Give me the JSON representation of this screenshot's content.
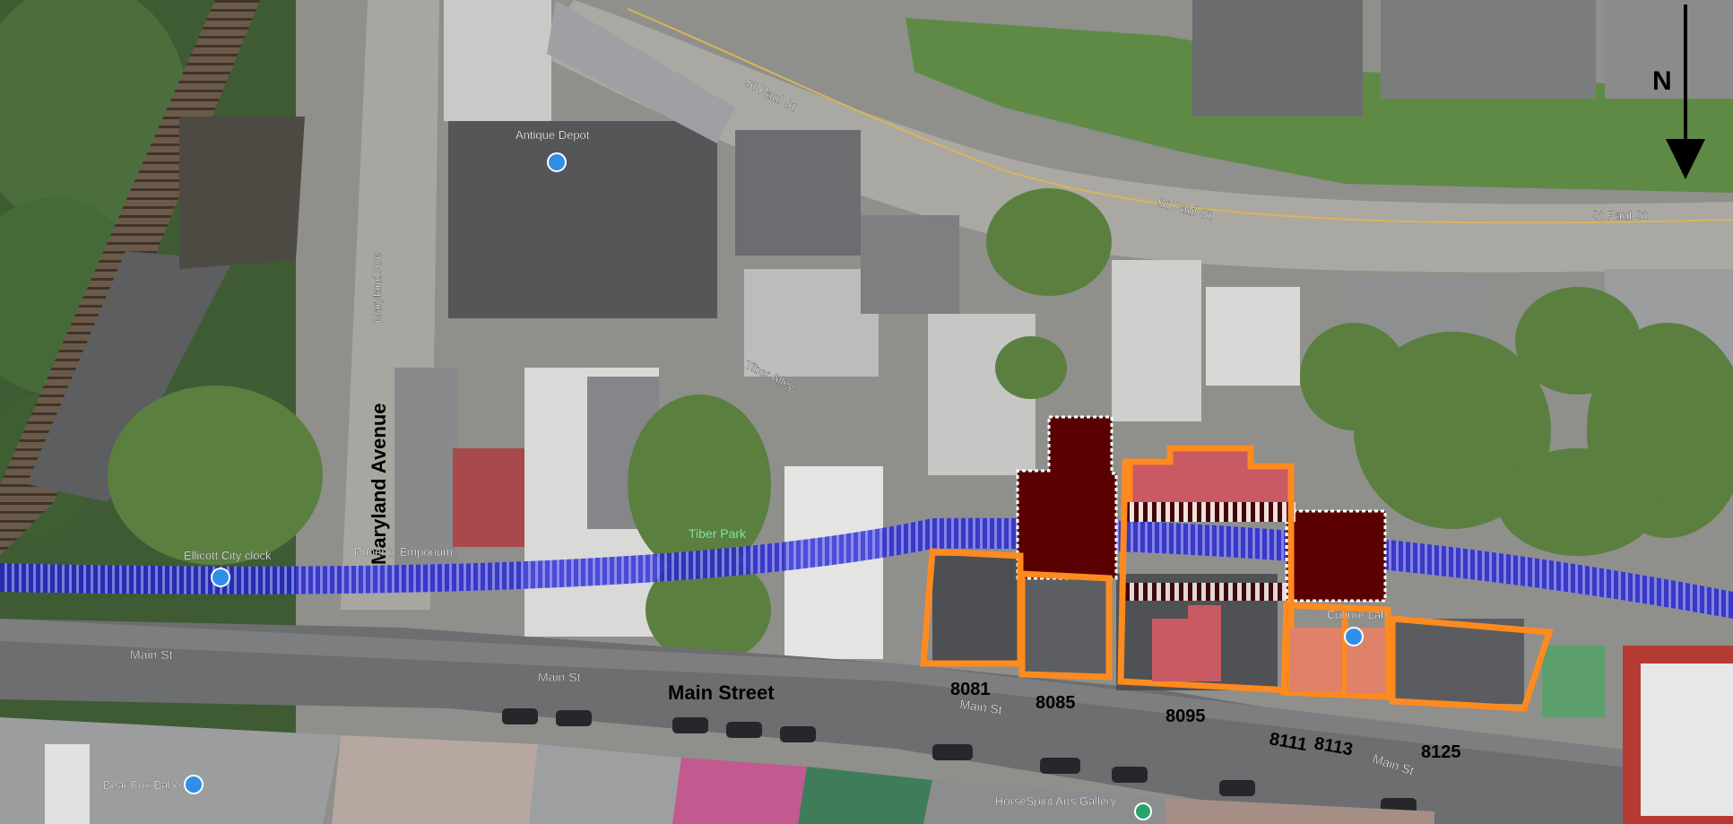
{
  "map": {
    "street_labels": {
      "st_paul_1": "St Paul St",
      "st_paul_2": "St Paul St",
      "st_paul_3": "St Paul St",
      "maryland_small": "Maryland Ave",
      "maryland_big": "Maryland Avenue",
      "tiber_alley": "Tiber Alley",
      "main_st_1": "Main St",
      "main_st_2": "Main St",
      "main_st_3": "Main St",
      "main_st_4": "Main St",
      "main_street_big": "Main Street"
    },
    "poi_labels": {
      "antique_depot": "Antique Depot",
      "ellicott_clock": "Ellicott City clock",
      "phoenix_emporium": "Phoenix Emporium",
      "tiber_park": "Tiber Park",
      "culture_lab": "Culture Lab",
      "bear_fox_babe": "Bear Fox Babe",
      "horsespirit": "HorseSpirit Arts Gallery"
    },
    "north_label": "N",
    "parcels": [
      "8081",
      "8085",
      "8095",
      "8111",
      "8113",
      "8125"
    ]
  },
  "colors": {
    "channel_blue": "#1f1fd6",
    "parcel_orange": "#ff8a1f",
    "parcel_dark": "#5a0000",
    "parcel_pink": "#c95a63"
  }
}
